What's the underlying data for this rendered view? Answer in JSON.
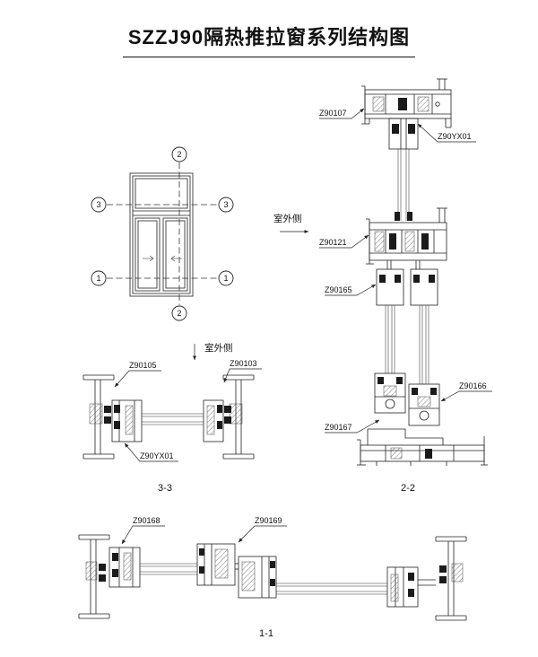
{
  "title": "SZZJ90隔热推拉窗系列结构图",
  "elevation": {
    "marker_top": "2",
    "marker_bottom": "2",
    "marker_left_upper": "3",
    "marker_left_lower": "1",
    "marker_right_upper": "3",
    "marker_right_lower": "1"
  },
  "section_22": {
    "caption": "2-2",
    "outdoor": "室外侧",
    "z90107": "Z90107",
    "z90yx01": "Z90YX01",
    "z90121": "Z90121",
    "z90165": "Z90165",
    "z90166": "Z90166",
    "z90167": "Z90167"
  },
  "section_33": {
    "caption": "3-3",
    "outdoor": "室外侧",
    "z90105": "Z90105",
    "z90103": "Z90103",
    "z90yx01": "Z90YX01"
  },
  "section_11": {
    "caption": "1-1",
    "z90168": "Z90168",
    "z90169": "Z90169"
  }
}
